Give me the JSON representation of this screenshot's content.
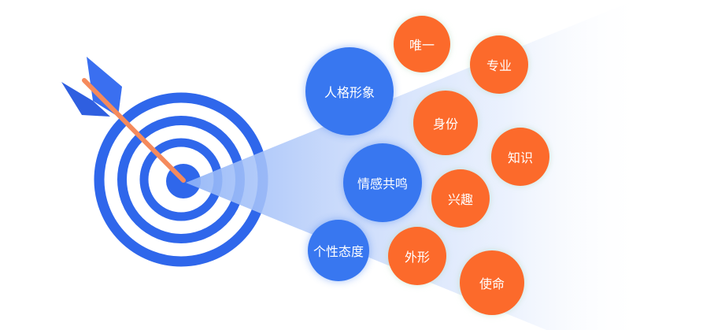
{
  "colors": {
    "blue": "#3877f0",
    "orange": "#fc6a2b",
    "target": "#2f67eb",
    "arrow_shaft": "#f58a5c"
  },
  "bubbles": [
    {
      "label": "人格形象",
      "kind": "blue"
    },
    {
      "label": "唯一",
      "kind": "orange"
    },
    {
      "label": "专业",
      "kind": "orange"
    },
    {
      "label": "身份",
      "kind": "orange"
    },
    {
      "label": "知识",
      "kind": "orange"
    },
    {
      "label": "情感共鸣",
      "kind": "blue"
    },
    {
      "label": "兴趣",
      "kind": "orange"
    },
    {
      "label": "个性态度",
      "kind": "blue"
    },
    {
      "label": "外形",
      "kind": "orange"
    },
    {
      "label": "使命",
      "kind": "orange"
    }
  ]
}
